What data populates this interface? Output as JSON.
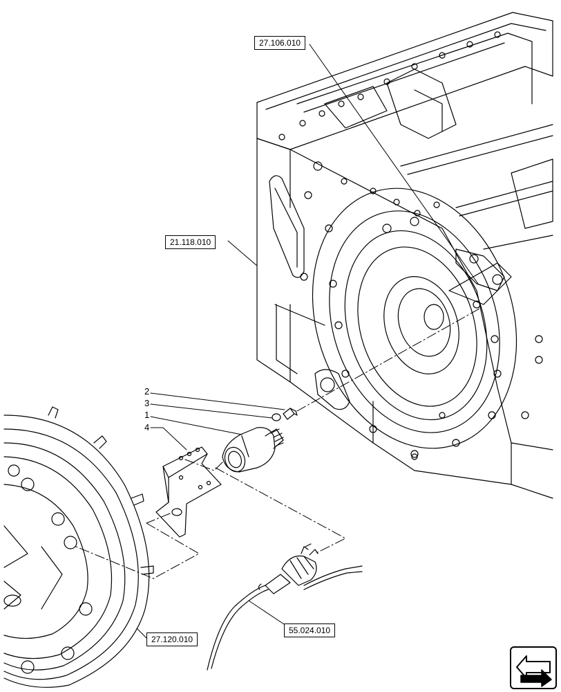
{
  "references": {
    "ref_top": "27.106.010",
    "ref_housing": "21.118.010",
    "ref_hub": "27.120.010",
    "ref_harness": "55.024.010"
  },
  "items": {
    "item_2": "2",
    "item_3": "3",
    "item_1": "1",
    "item_4": "4"
  },
  "icons": {
    "navigation": "next-page-arrow-icon"
  }
}
